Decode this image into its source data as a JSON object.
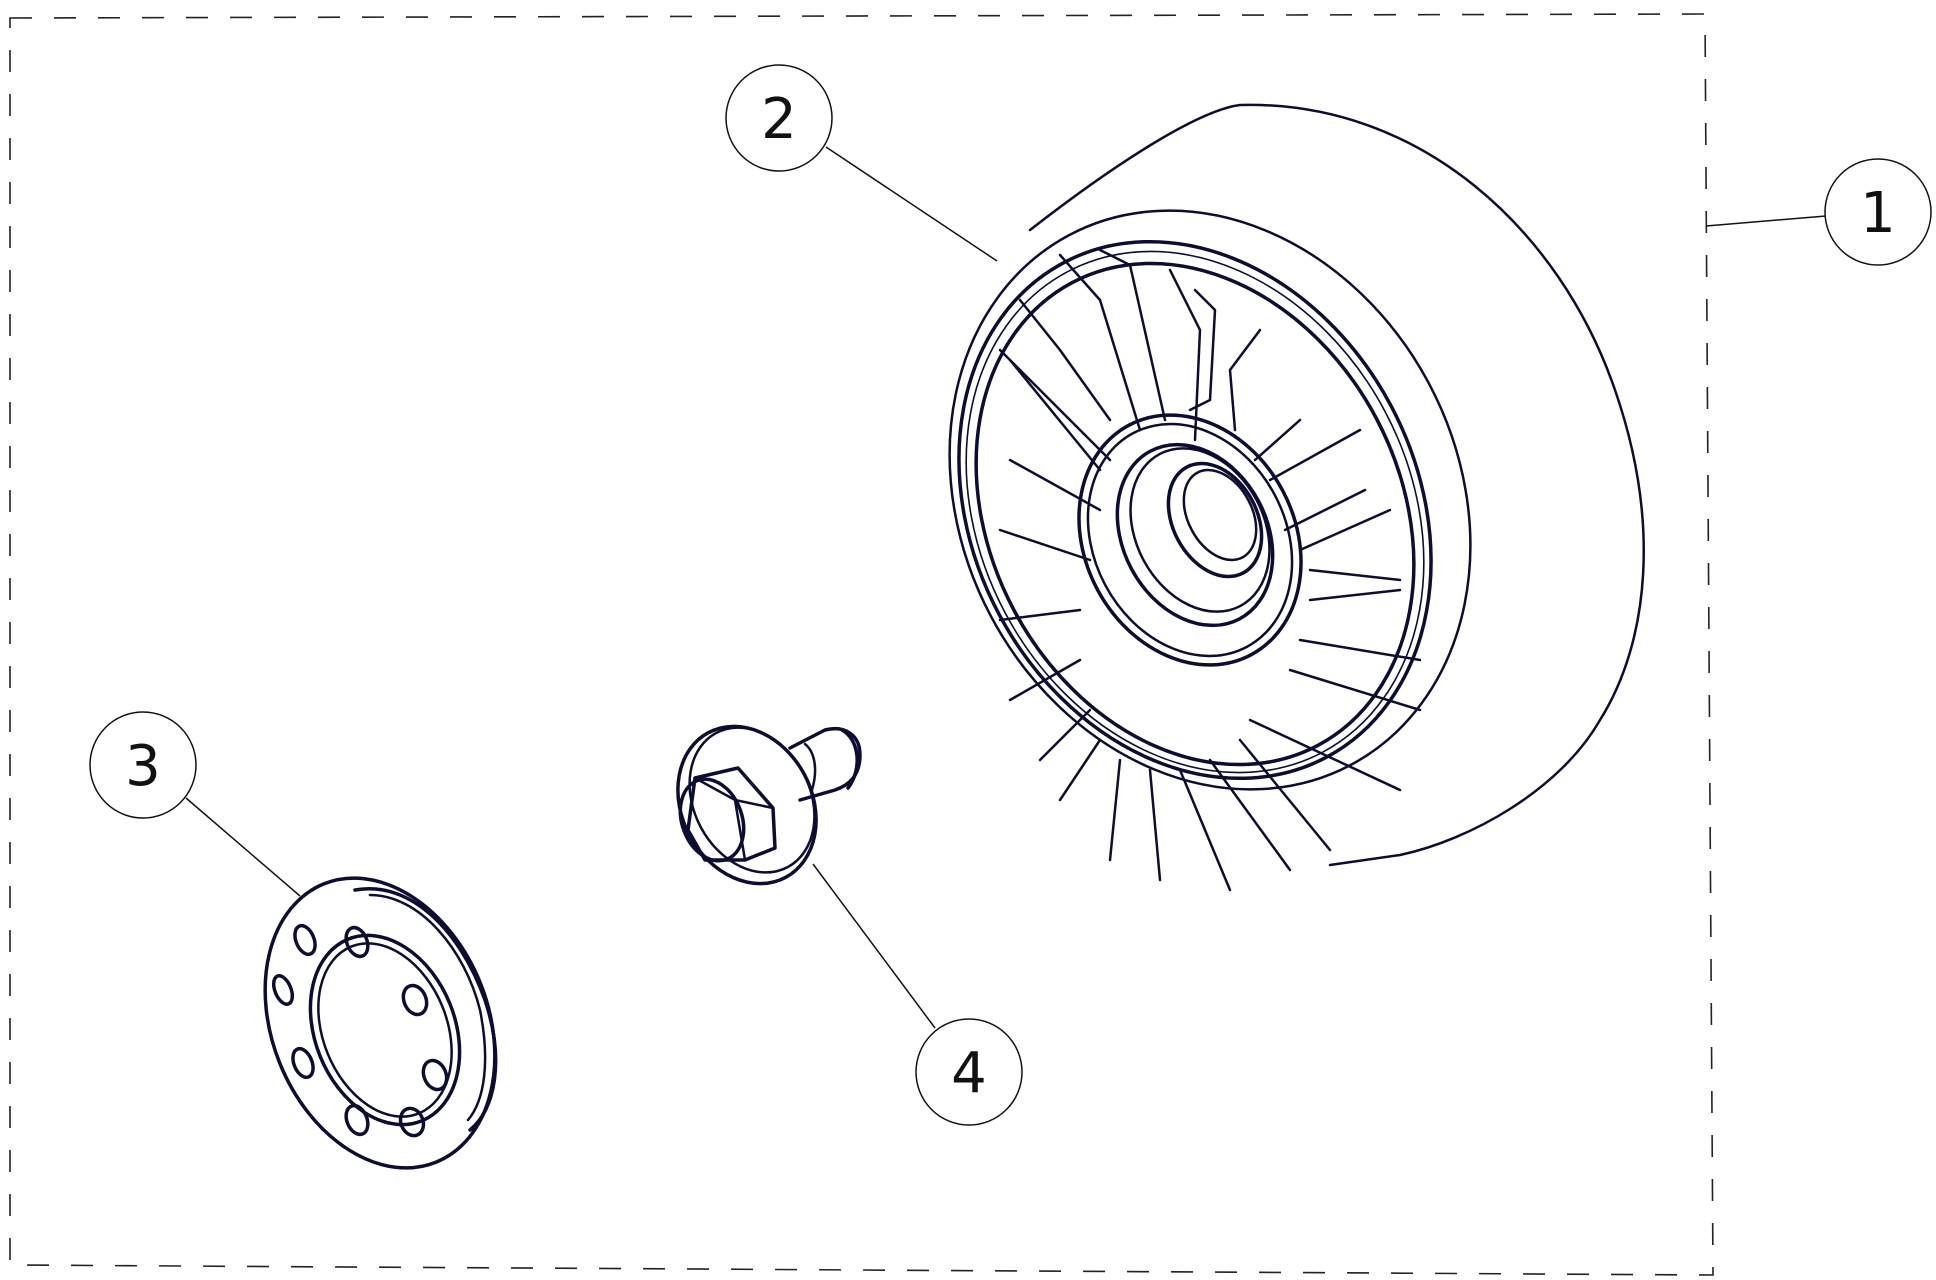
{
  "drawing": {
    "type": "exploded assembly diagram",
    "line_color": "#0d0d33",
    "assembly_frame": {
      "style": "dashed",
      "label_ref": "1"
    }
  },
  "balloons": [
    {
      "number": "1",
      "refers_to": "complete-wheel-assembly"
    },
    {
      "number": "2",
      "refers_to": "wheel-with-tire"
    },
    {
      "number": "3",
      "refers_to": "flange-cap-with-bolt-holes"
    },
    {
      "number": "4",
      "refers_to": "hex-shoulder-bolt-with-washer"
    }
  ]
}
